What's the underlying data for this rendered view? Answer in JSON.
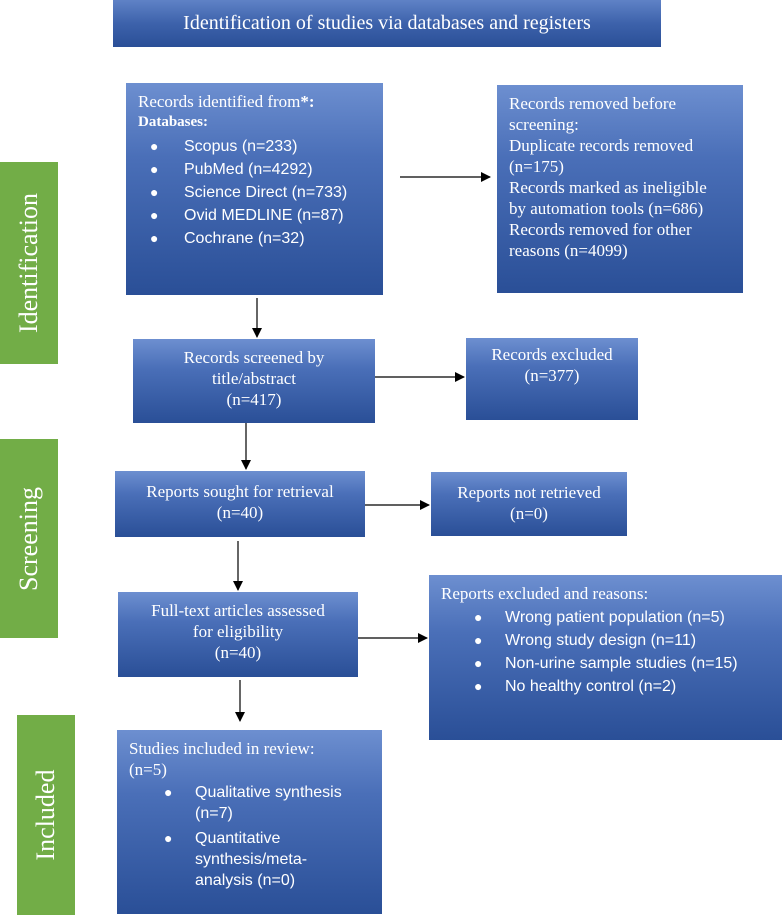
{
  "header": {
    "title": "Identification of studies via databases and registers"
  },
  "phases": {
    "identification": "Identification",
    "screening": "Screening",
    "included": "Included"
  },
  "records_identified": {
    "title": "Records identified from",
    "asterisk": "*",
    "colon": ":",
    "databases_label": "Databases:",
    "items": [
      "Scopus (n=233)",
      "PubMed (n=4292)",
      "Science Direct (n=733)",
      "Ovid MEDLINE (n=87)",
      "Cochrane (n=32)"
    ]
  },
  "records_removed": {
    "lines": [
      "Records removed before",
      "screening:",
      "Duplicate records removed",
      "(n=175)",
      "Records marked as ineligible",
      "by automation tools (n=686)",
      "Records removed for other",
      "reasons (n=4099)"
    ]
  },
  "records_screened": {
    "lines": [
      "Records screened by",
      "title/abstract",
      "(n=417)"
    ]
  },
  "records_excluded": {
    "lines": [
      "Records excluded",
      "(n=377)"
    ]
  },
  "reports_sought": {
    "lines": [
      "Reports sought for retrieval",
      "(n=40)"
    ]
  },
  "reports_not_retrieved": {
    "lines": [
      "Reports not retrieved",
      "(n=0)"
    ]
  },
  "full_text": {
    "lines": [
      "Full-text articles assessed",
      "for eligibility",
      "(n=40)"
    ]
  },
  "reports_excluded": {
    "title": "Reports excluded and reasons:",
    "items": [
      "Wrong patient population (n=5)",
      "Wrong study design (n=11)",
      "Non-urine sample studies (n=15)",
      "No healthy control (n=2)"
    ]
  },
  "studies_included": {
    "title": "Studies included in review:",
    "count": "(n=5)",
    "items": [
      {
        "lines": [
          "Qualitative synthesis",
          "(n=7)"
        ]
      },
      {
        "lines": [
          "Quantitative",
          "synthesis/meta-",
          "analysis (n=0)"
        ]
      }
    ]
  }
}
